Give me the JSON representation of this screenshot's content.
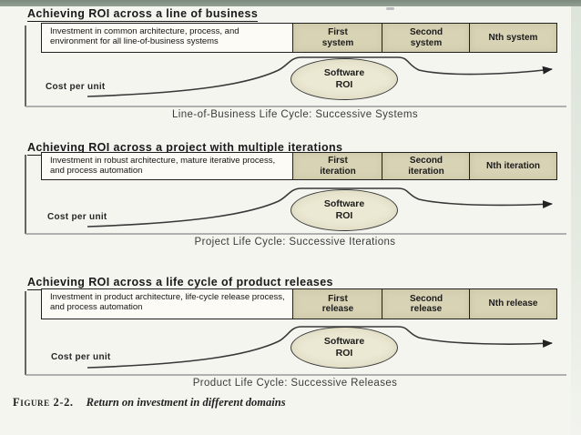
{
  "page": {
    "top_bar_color": "#8a998b",
    "right_strip_color": "#dfe5dc",
    "background": "#f5f5f0"
  },
  "colors": {
    "stage_box_bg": "#d8d3b5",
    "roi_ellipse_bg": "#ebe8d3",
    "investment_box_bg": "#fcfbf5",
    "line_color": "#383838"
  },
  "figure_caption": {
    "label": "Figure 2-2.",
    "text": "Return on investment in different domains"
  },
  "sections": [
    {
      "title": "Achieving ROI across a line of business",
      "investment": "Investment in common architecture, process, and environment for all line-of-business systems",
      "stages": [
        "First\nsystem",
        "Second\nsystem",
        "Nth system"
      ],
      "cost_label": "Cost per unit",
      "roi_label": "Software\nROI",
      "caption": "Line-of-Business Life Cycle: Successive Systems"
    },
    {
      "title": "Achieving ROI across a project with multiple iterations",
      "investment": "Investment in robust architecture, mature iterative process, and process automation",
      "stages": [
        "First\niteration",
        "Second\niteration",
        "Nth iteration"
      ],
      "cost_label": "Cost per unit",
      "roi_label": "Software\nROI",
      "caption": "Project Life Cycle: Successive Iterations"
    },
    {
      "title": "Achieving ROI across a life cycle of product releases",
      "investment": "Investment in product architecture, life-cycle release process, and process automation",
      "stages": [
        "First\nrelease",
        "Second\nrelease",
        "Nth release"
      ],
      "cost_label": "Cost per unit",
      "roi_label": "Software\nROI",
      "caption": "Product Life Cycle: Successive Releases"
    }
  ]
}
